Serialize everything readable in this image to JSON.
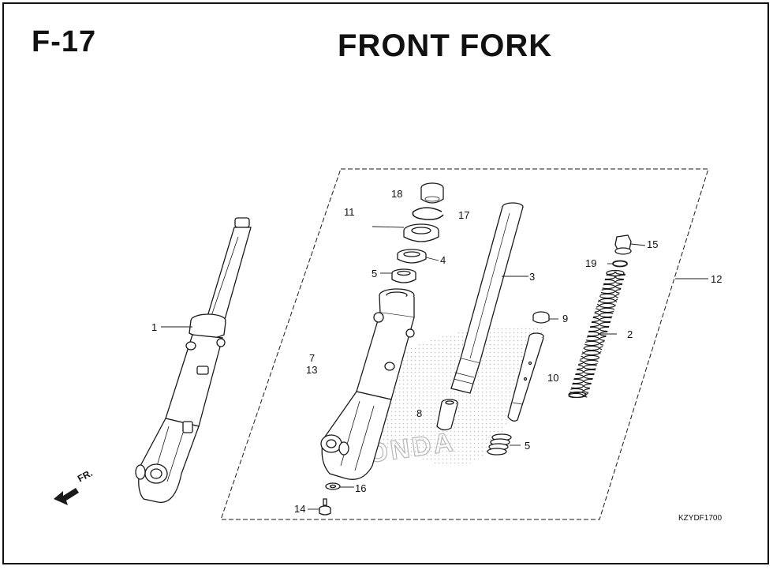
{
  "header": {
    "figure_code": "F-17",
    "title": "FRONT FORK"
  },
  "direction_indicator": {
    "label": "FR."
  },
  "catalog_code": "KZYDF1700",
  "callouts": [
    {
      "id": "c1",
      "text": "1"
    },
    {
      "id": "c2",
      "text": "2"
    },
    {
      "id": "c3",
      "text": "3"
    },
    {
      "id": "c4",
      "text": "4"
    },
    {
      "id": "c5a",
      "text": "5"
    },
    {
      "id": "c5b",
      "text": "5"
    },
    {
      "id": "c7",
      "text": "7"
    },
    {
      "id": "c8",
      "text": "8"
    },
    {
      "id": "c9",
      "text": "9"
    },
    {
      "id": "c10",
      "text": "10"
    },
    {
      "id": "c11",
      "text": "11"
    },
    {
      "id": "c12",
      "text": "12"
    },
    {
      "id": "c13",
      "text": "13"
    },
    {
      "id": "c14",
      "text": "14"
    },
    {
      "id": "c15",
      "text": "15"
    },
    {
      "id": "c16",
      "text": "16"
    },
    {
      "id": "c17",
      "text": "17"
    },
    {
      "id": "c18",
      "text": "18"
    },
    {
      "id": "c19",
      "text": "19"
    }
  ],
  "colors": {
    "line": "#1a1a1a",
    "watermark": "#b8b8b8"
  },
  "watermark": {
    "text": "HONDA"
  }
}
